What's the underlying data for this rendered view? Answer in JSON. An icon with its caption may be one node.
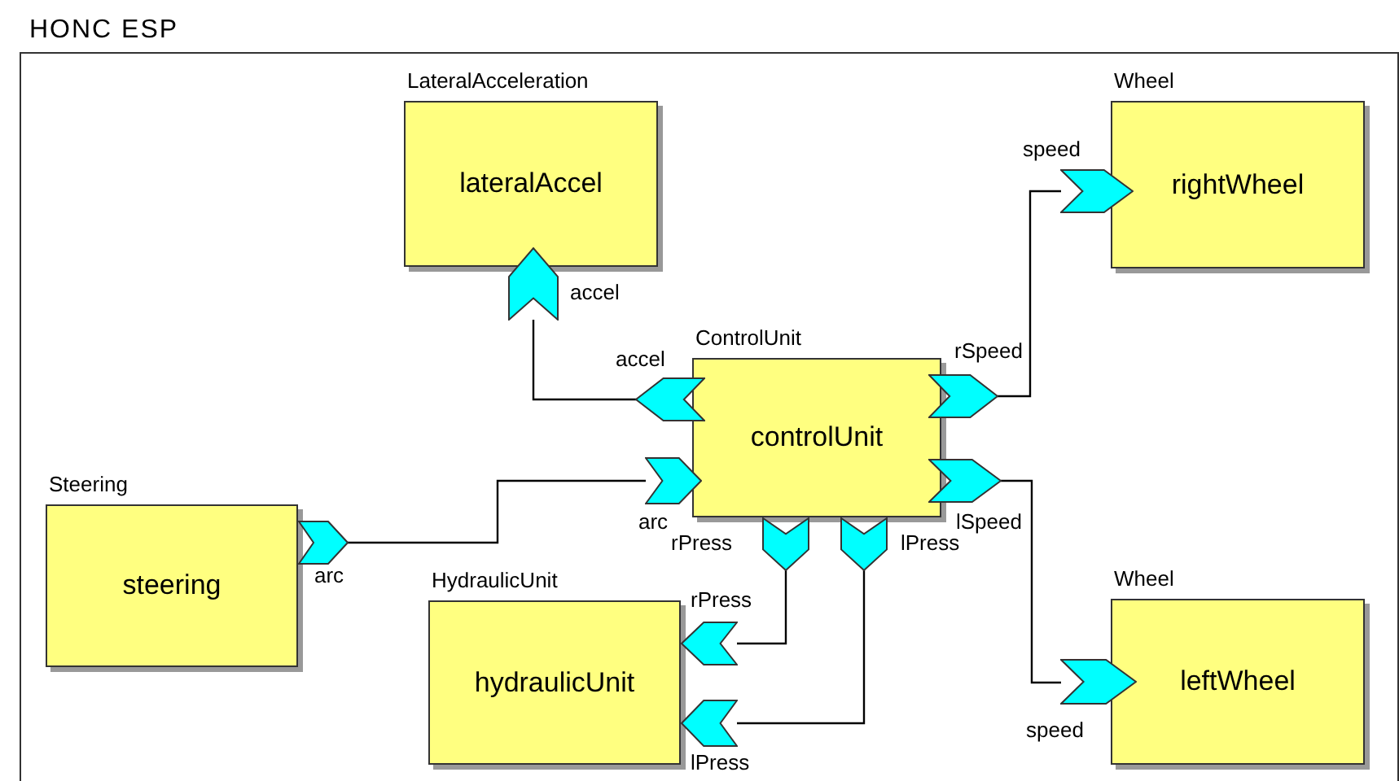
{
  "diagram": {
    "nodes": [
      {
        "text": [
          "HONC ESP"
        ]
      },
      {
        "text": [
          "LateralAcceleration",
          "lateralAccel"
        ],
        "in": 0,
        "beside": [
          "accel"
        ]
      },
      {
        "text": [
          "Wheel",
          "rightWheel"
        ],
        "in": 0,
        "beside": [
          "speed"
        ]
      },
      {
        "text": [
          "ControlUnit",
          "controlUnit"
        ],
        "in": 0,
        "beside": [
          "accel",
          "rSpeed",
          "arc",
          "lSpeed",
          "rPress",
          "lPress"
        ]
      },
      {
        "text": [
          "Steering",
          "steering"
        ],
        "in": 0,
        "beside": [
          "arc"
        ]
      },
      {
        "text": [
          "HydraulicUnit",
          "hydraulicUnit"
        ],
        "in": 0,
        "beside": [
          "rPress",
          "lPress"
        ]
      },
      {
        "text": [
          "Wheel",
          "leftWheel"
        ],
        "in": 0,
        "beside": [
          "speed"
        ]
      }
    ],
    "edges": [
      {
        "from": 1,
        "to": 3,
        "arrow": "none"
      },
      {
        "from": 3,
        "to": 2,
        "arrow": "none"
      },
      {
        "from": 4,
        "to": 3,
        "arrow": "none"
      },
      {
        "from": 3,
        "to": 6,
        "arrow": "none"
      },
      {
        "from": 3,
        "to": 5,
        "arrow": "none"
      },
      {
        "from": 3,
        "to": 5,
        "arrow": "none"
      }
    ]
  }
}
